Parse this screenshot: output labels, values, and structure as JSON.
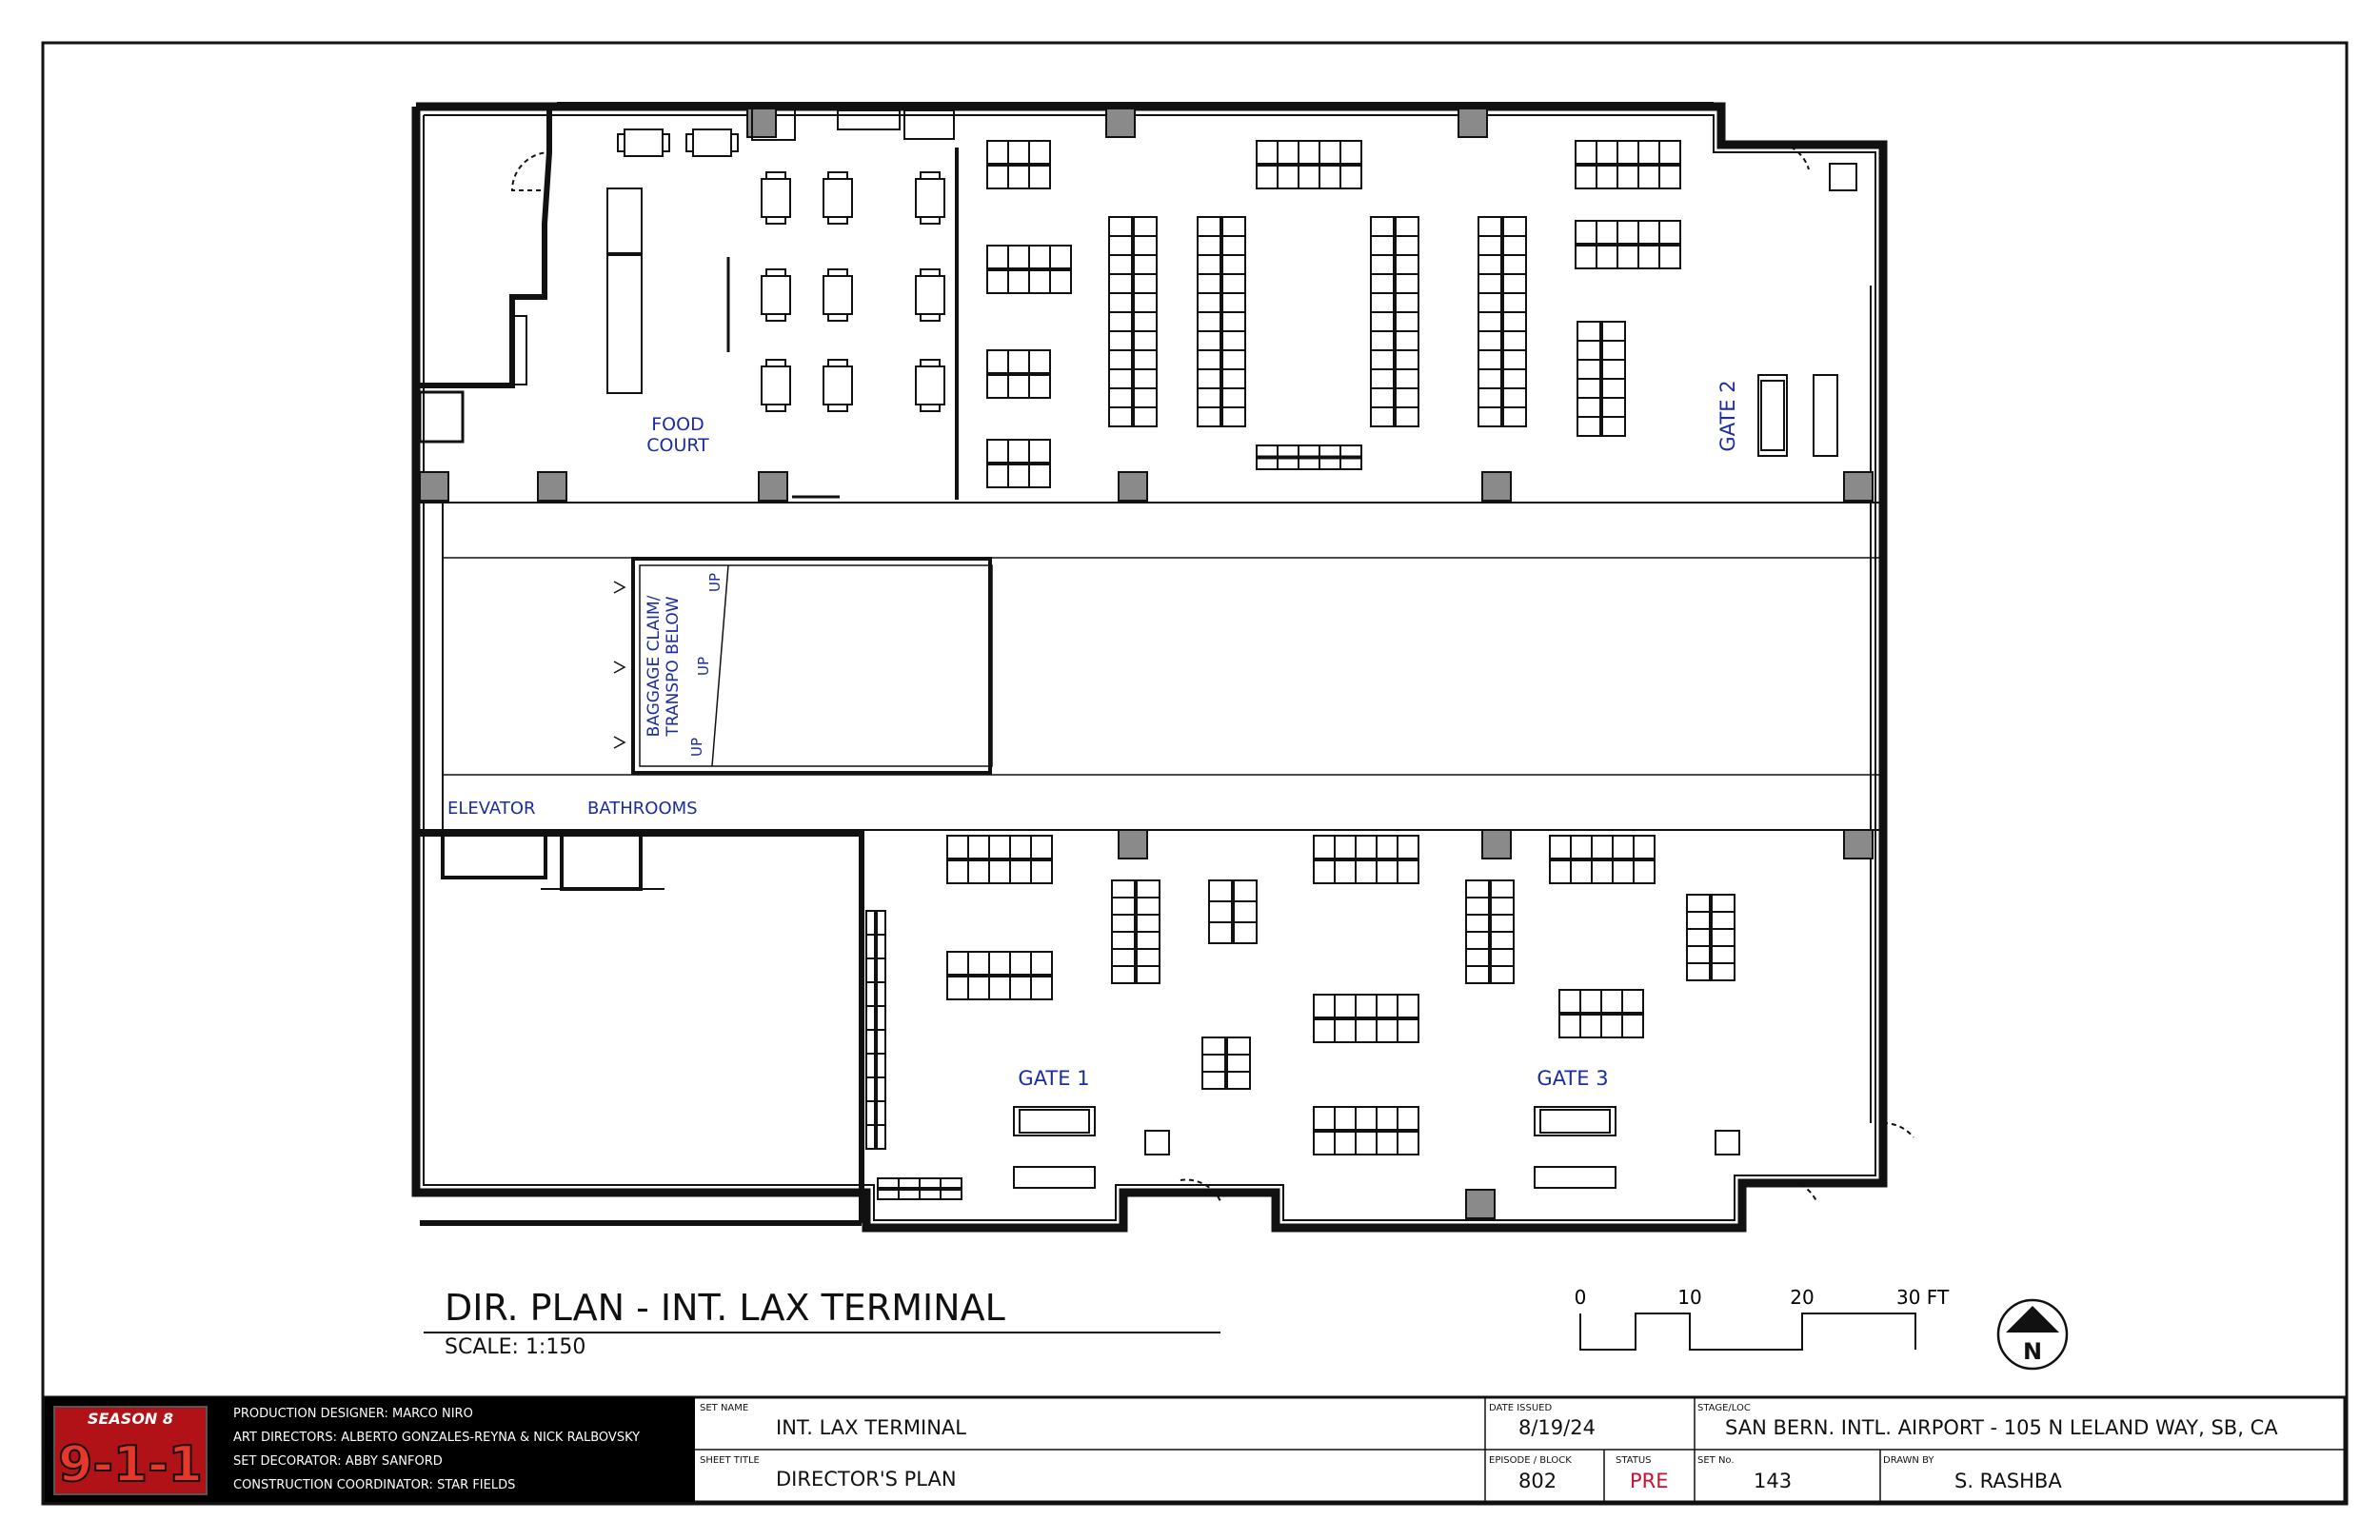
{
  "plan": {
    "title": "DIR. PLAN - INT. LAX TERMINAL",
    "scale": "SCALE: 1:150",
    "labels": {
      "food_court_1": "FOOD",
      "food_court_2": "COURT",
      "gate1": "GATE 1",
      "gate2": "GATE 2",
      "gate3": "GATE 3",
      "elevator": "ELEVATOR",
      "bathrooms": "BATHROOMS",
      "baggage_1": "BAGGAGE CLAIM/",
      "baggage_2": "TRANSPO BELOW",
      "up": "UP"
    }
  },
  "scale_bar": {
    "ticks": [
      "0",
      "10",
      "20",
      "30 FT"
    ]
  },
  "north_arrow": {
    "letter": "N"
  },
  "title_block": {
    "logo": {
      "season": "SEASON 8",
      "show": "9-1-1"
    },
    "credits": [
      {
        "label": "PRODUCTION DESIGNER:",
        "value": "MARCO NIRO"
      },
      {
        "label": "ART DIRECTORS:",
        "value": "ALBERTO GONZALES-REYNA & NICK RALBOVSKY"
      },
      {
        "label": "SET DECORATOR:",
        "value": "ABBY SANFORD"
      },
      {
        "label": "CONSTRUCTION COORDINATOR:",
        "value": "STAR FIELDS"
      }
    ],
    "set_name_label": "SET NAME",
    "set_name": "INT. LAX TERMINAL",
    "sheet_title_label": "SHEET TITLE",
    "sheet_title": "DIRECTOR'S PLAN",
    "date_issued_label": "DATE ISSUED",
    "date_issued": "8/19/24",
    "episode_label": "EPISODE / BLOCK",
    "episode": "802",
    "status_label": "STATUS",
    "status": "PRE",
    "status_color": "#c8102e",
    "stage_label": "STAGE/LOC",
    "stage": "SAN BERN. INTL. AIRPORT - 105 N LELAND WAY, SB, CA",
    "set_no_label": "SET No.",
    "set_no": "143",
    "drawn_by_label": "DRAWN BY",
    "drawn_by": "S. RASHBA"
  },
  "colors": {
    "line": "#111111",
    "blue_text": "#1b2d9e",
    "column": "#8a8a8a"
  }
}
